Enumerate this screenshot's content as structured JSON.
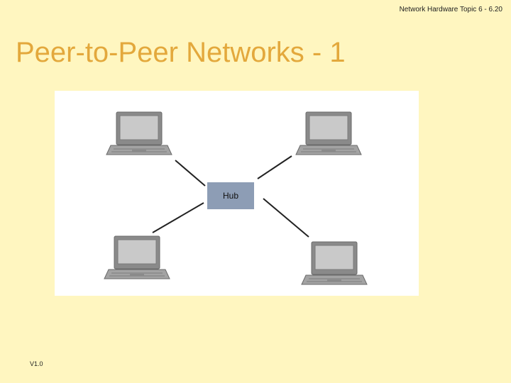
{
  "slide": {
    "header_note": "Network Hardware Topic 6 - 6.20",
    "title": "Peer-to-Peer Networks - 1",
    "version": "V1.0"
  },
  "diagram": {
    "hub_label": "Hub",
    "laptops": [
      "top-left",
      "top-right",
      "bottom-left",
      "bottom-right"
    ],
    "colors": {
      "hub_fill": "#8d9db5",
      "laptop_body": "#9a9a9a",
      "laptop_screen": "#c8c8c8",
      "link_line": "#222222"
    }
  }
}
